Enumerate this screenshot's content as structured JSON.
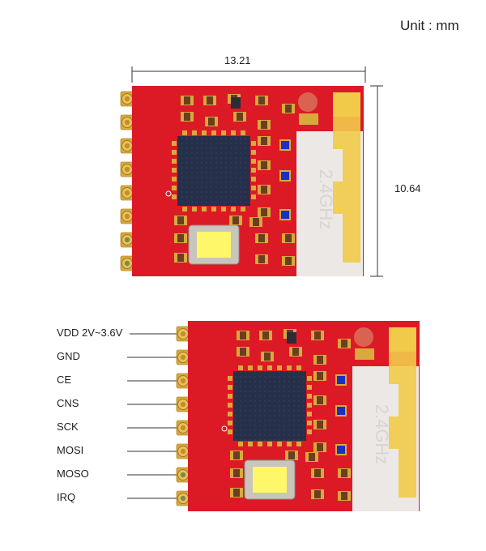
{
  "header": {
    "unit": "Unit : mm"
  },
  "dimensions": {
    "width": "13.21",
    "height": "10.64"
  },
  "module": {
    "antenna_text": "2.4GHz",
    "colors": {
      "pcb": "#dc1a26",
      "pad": "#d8a93c",
      "chip": "#26304a",
      "antenna_trace": "#f2ca4a",
      "antenna_bg": "#ece8e6",
      "led": "#d86a56",
      "blue_marker": "#1c2fc2",
      "crystal": "#fff76a"
    }
  },
  "pins": [
    {
      "label": "VDD 2V~3.6V",
      "pad_style": "gold"
    },
    {
      "label": "GND",
      "pad_style": "gold"
    },
    {
      "label": "CE",
      "pad_style": "gold"
    },
    {
      "label": "CNS",
      "pad_style": "gold"
    },
    {
      "label": "SCK",
      "pad_style": "gold"
    },
    {
      "label": "MOSI",
      "pad_style": "gold"
    },
    {
      "label": "MOSO",
      "pad_style": "green"
    },
    {
      "label": "IRQ",
      "pad_style": "green"
    }
  ]
}
